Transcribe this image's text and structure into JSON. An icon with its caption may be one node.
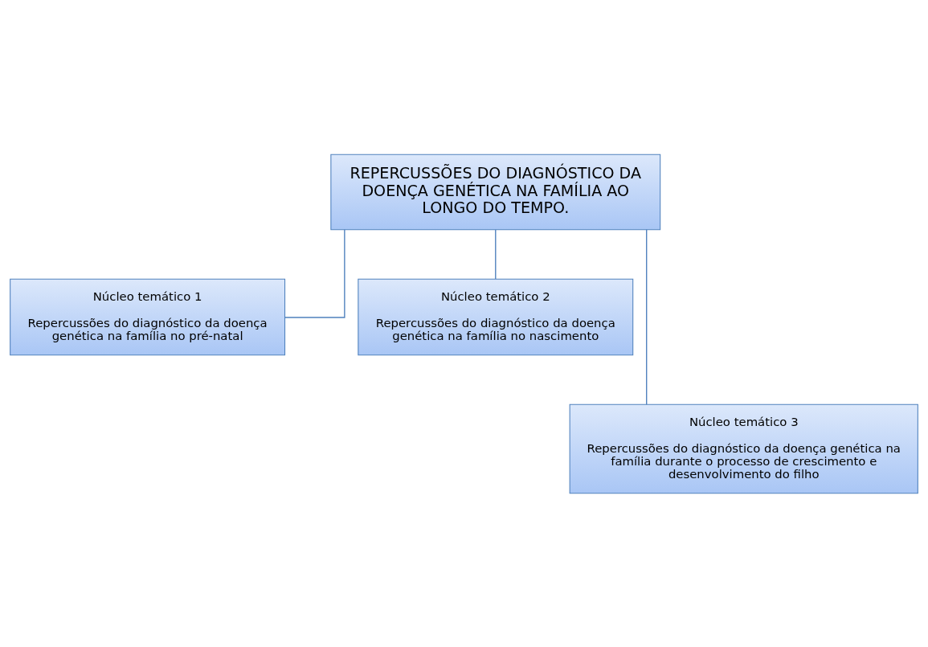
{
  "diagram": {
    "nodes": [
      {
        "text": [
          "REPERCUSSÕES DO DIAGNÓSTICO DA DOENÇA GENÉTICA NA FAMÍLIA AO LONGO DO TEMPO."
        ]
      },
      {
        "text": [
          "Núcleo temático 1",
          "Repercussões do diagnóstico da doença genética na família no pré-natal"
        ]
      },
      {
        "text": [
          "Núcleo temático 2",
          "Repercussões do diagnóstico da doença genética na família no nascimento"
        ]
      },
      {
        "text": [
          "Núcleo temático 3",
          "Repercussões do diagnóstico da doença genética na família durante o processo de crescimento e desenvolvimento do filho"
        ]
      }
    ],
    "edges": [
      {
        "from": 0,
        "to": 1,
        "arrow": "none"
      },
      {
        "from": 0,
        "to": 2,
        "arrow": "none"
      },
      {
        "from": 0,
        "to": 3,
        "arrow": "none"
      }
    ]
  }
}
